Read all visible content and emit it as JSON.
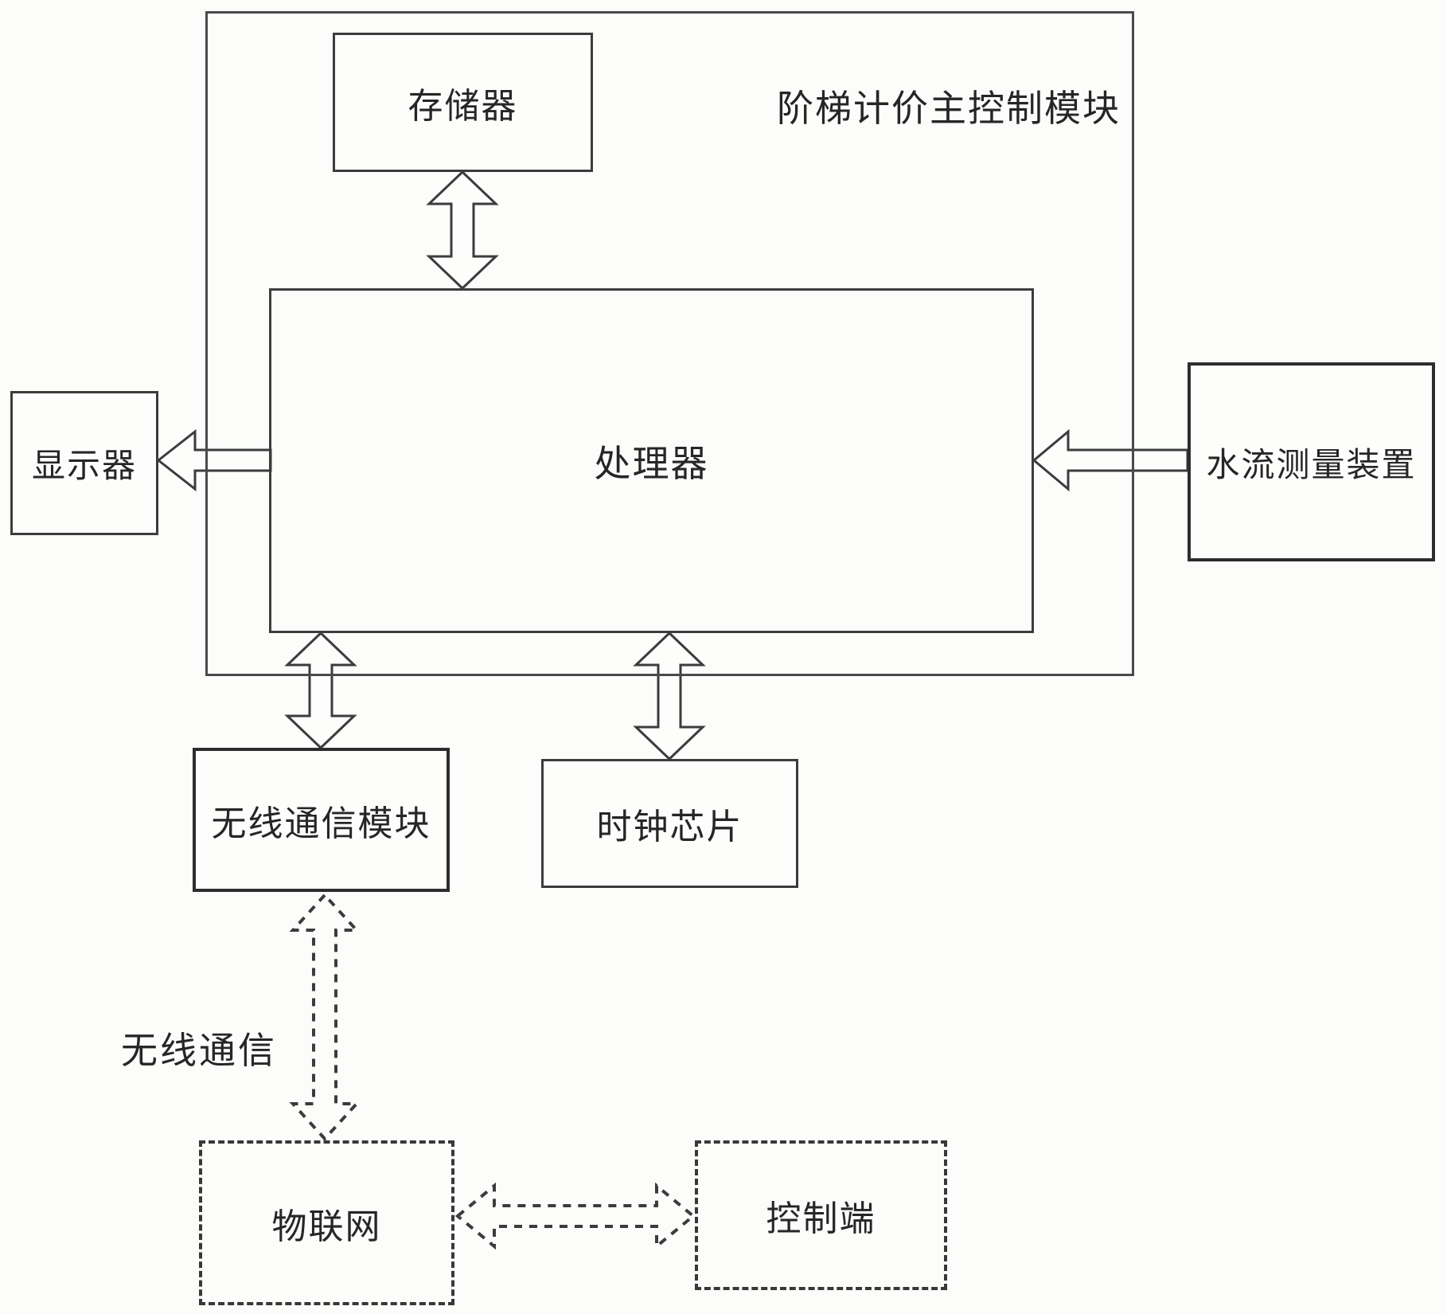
{
  "diagram": {
    "title": "阶梯计价主控制模块",
    "nodes": {
      "memory": "存储器",
      "processor": "处理器",
      "display": "显示器",
      "water_flow": "水流测量装置",
      "wireless_module": "无线通信模块",
      "clock_chip": "时钟芯片",
      "iot": "物联网",
      "control_terminal": "控制端"
    },
    "edge_label": "无线通信",
    "edges": [
      {
        "from": "存储器",
        "to": "处理器",
        "style": "solid-double-arrow"
      },
      {
        "from": "处理器",
        "to": "显示器",
        "style": "solid-single-arrow"
      },
      {
        "from": "水流测量装置",
        "to": "处理器",
        "style": "solid-single-arrow"
      },
      {
        "from": "处理器",
        "to": "无线通信模块",
        "style": "solid-double-arrow"
      },
      {
        "from": "处理器",
        "to": "时钟芯片",
        "style": "solid-double-arrow"
      },
      {
        "from": "无线通信模块",
        "to": "物联网",
        "style": "dashed-double-arrow",
        "label": "无线通信"
      },
      {
        "from": "物联网",
        "to": "控制端",
        "style": "dashed-double-arrow"
      }
    ],
    "colors": {
      "line": "#3c3c3c",
      "text": "#262626",
      "background": "#fcfcfb"
    }
  }
}
